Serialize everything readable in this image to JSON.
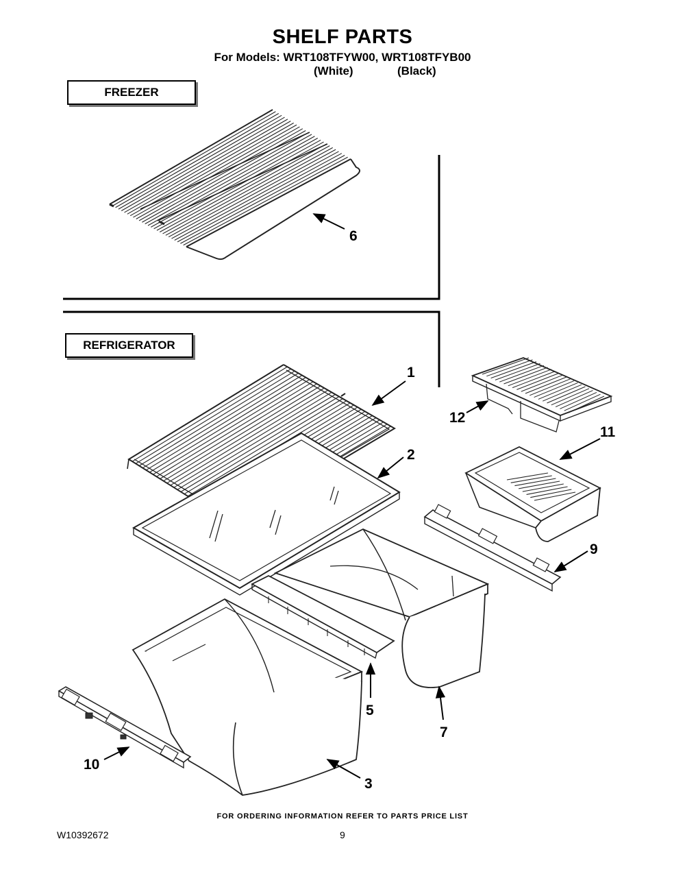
{
  "header": {
    "title": "SHELF PARTS",
    "models_line": "For Models: WRT108TFYW00, WRT108TFYB00",
    "variant_white": "(White)",
    "variant_black": "(Black)"
  },
  "sections": {
    "freezer": "FREEZER",
    "refrigerator": "REFRIGERATOR"
  },
  "callouts": {
    "c1": "1",
    "c2": "2",
    "c3": "3",
    "c5": "5",
    "c6": "6",
    "c7": "7",
    "c9": "9",
    "c10": "10",
    "c11": "11",
    "c12": "12"
  },
  "footer": {
    "note": "FOR ORDERING INFORMATION REFER TO PARTS PRICE LIST",
    "doc_number": "W10392672",
    "page_number": "9"
  }
}
